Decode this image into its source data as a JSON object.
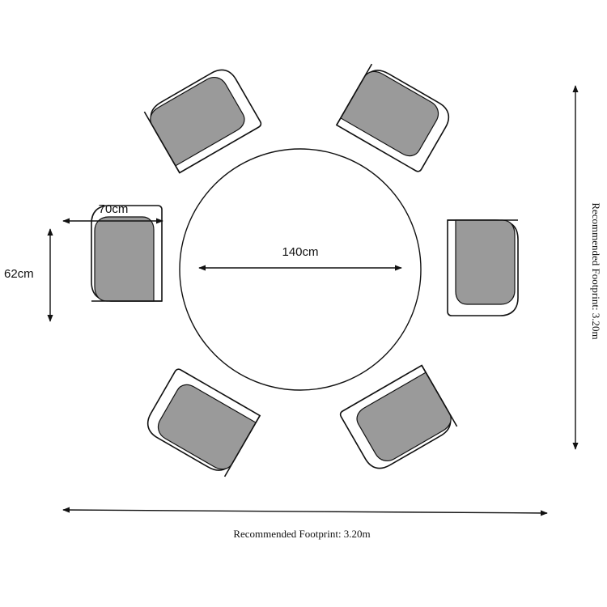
{
  "colors": {
    "background": "#ffffff",
    "line": "#111111",
    "cushion": "#9a9a9a"
  },
  "table": {
    "diameter_label": "140cm"
  },
  "chair": {
    "width_label": "70cm",
    "depth_label": "62cm",
    "count": 6
  },
  "footprint": {
    "horizontal_label": "Recommended Footprint: 3.20m",
    "vertical_label": "Recommended Footprint: 3.20m"
  }
}
